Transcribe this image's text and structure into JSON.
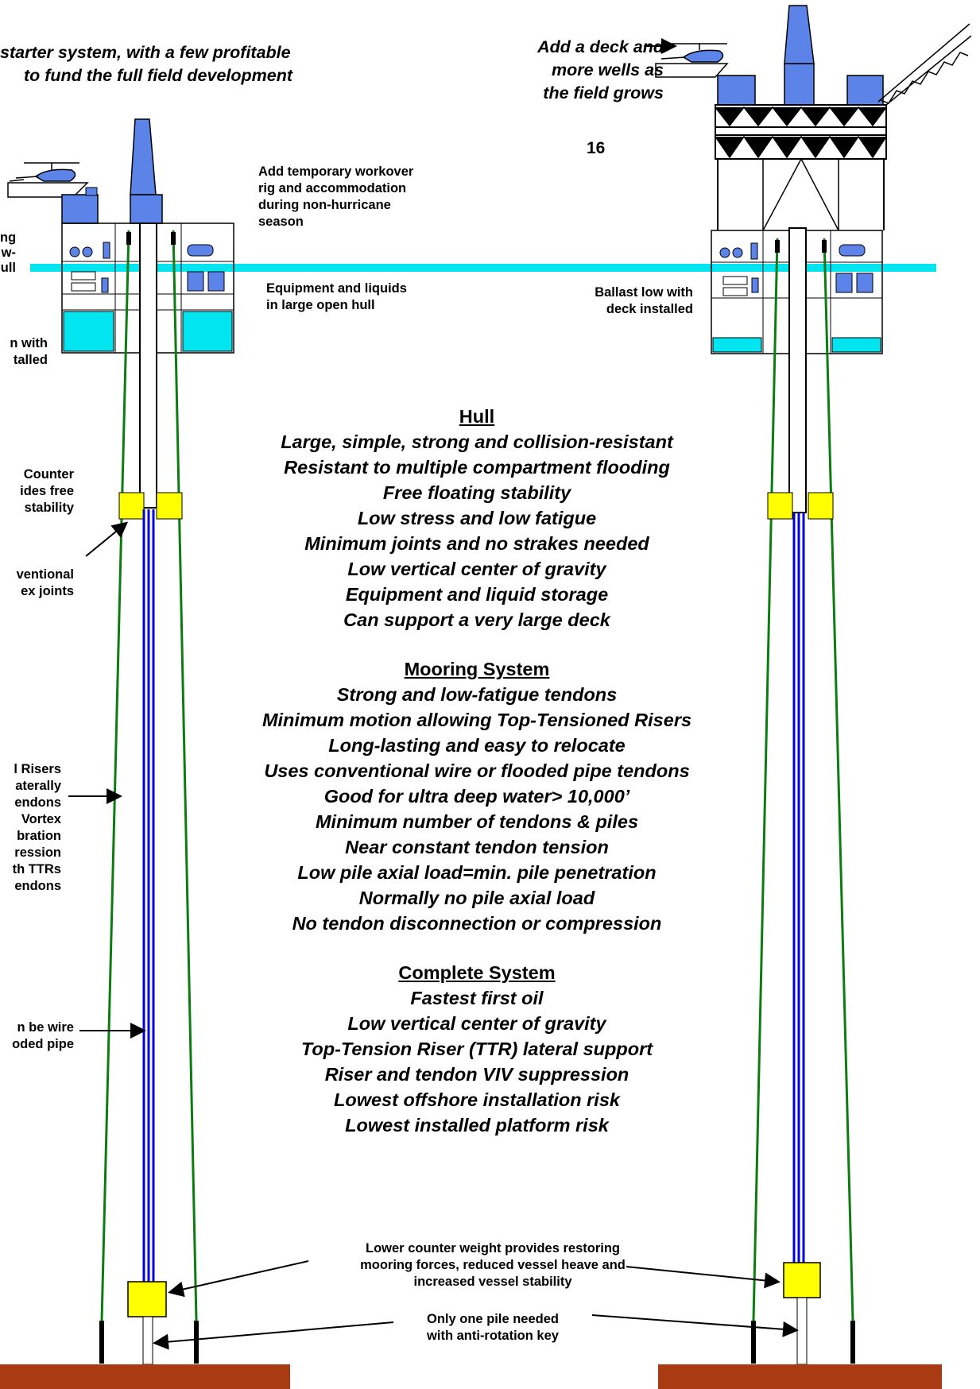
{
  "top_left": {
    "line1": "starter system, with a few profitable",
    "line2": "to fund the full field development"
  },
  "top_right": {
    "line1": "Add a deck and",
    "line2": "more wells as",
    "line3": "the field grows"
  },
  "page_number": "16",
  "notes": {
    "workover": [
      "Add temporary workover",
      "rig and accommodation",
      "during non-hurricane",
      "season"
    ],
    "equipment": [
      "Equipment and liquids",
      "in large open hull"
    ],
    "ballast": [
      "Ballast low with",
      "deck installed"
    ],
    "left_clip1": [
      "ng",
      "w-",
      "ull"
    ],
    "left_clip2": [
      "n with",
      "talled"
    ],
    "left_clip3": [
      "Counter",
      "ides free",
      "stability"
    ],
    "left_clip4": [
      "ventional",
      "ex joints"
    ],
    "left_clip5": [
      "l Risers",
      "aterally",
      "endons",
      "Vortex",
      "bration",
      "ression",
      "th TTRs",
      "endons"
    ],
    "left_clip6": [
      "n be wire",
      "oded pipe"
    ],
    "counter_weight": [
      "Lower counter weight provides restoring",
      "mooring forces, reduced vessel heave and",
      "increased vessel stability"
    ],
    "pile": [
      "Only one pile needed",
      "with anti-rotation key"
    ]
  },
  "sections": [
    {
      "heading": "Hull",
      "lines": [
        "Large, simple, strong and collision-resistant",
        "Resistant to multiple compartment flooding",
        "Free floating stability",
        "Low stress and low fatigue",
        "Minimum joints and no strakes needed",
        "Low vertical center of gravity",
        "Equipment and liquid storage",
        "Can support a very large deck"
      ]
    },
    {
      "heading": "Mooring System",
      "lines": [
        "Strong and low-fatigue tendons",
        "Minimum motion allowing Top-Tensioned Risers",
        "Long-lasting and easy to relocate",
        "Uses conventional wire or flooded pipe tendons",
        "Good for ultra deep water> 10,000’",
        "Minimum number of tendons & piles",
        "Near constant tendon tension",
        "Low pile axial load=min. pile penetration",
        "Normally no pile axial load",
        "No tendon disconnection or compression"
      ]
    },
    {
      "heading": "Complete System",
      "lines": [
        "Fastest first oil",
        "Low vertical center of gravity",
        "Top-Tension Riser (TTR) lateral support",
        "Riser and tendon VIV suppression",
        "Lowest offshore installation risk",
        "Lowest installed platform risk"
      ]
    }
  ],
  "colors": {
    "water": "#00e5f0",
    "hull": "#5b83e8",
    "tendon": "#0b7d10",
    "riser": "#0000e6",
    "weight": "#ffff00",
    "seabed": "#a83b12"
  }
}
